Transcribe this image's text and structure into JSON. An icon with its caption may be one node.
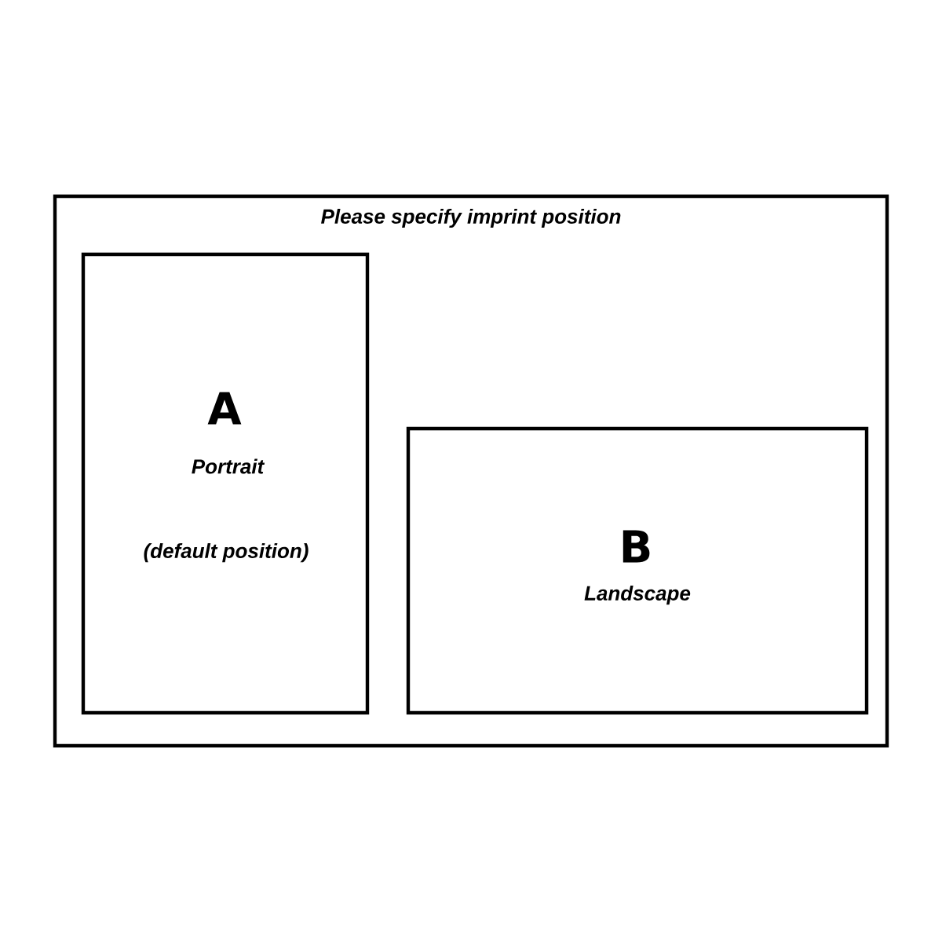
{
  "diagram": {
    "nodes": [
      {
        "text": [
          "Please specify imprint position"
        ]
      },
      {
        "text": [
          "A",
          "Portrait",
          "(default position)"
        ],
        "in": 0
      },
      {
        "text": [
          "B",
          "Landscape"
        ],
        "in": 0
      }
    ]
  }
}
